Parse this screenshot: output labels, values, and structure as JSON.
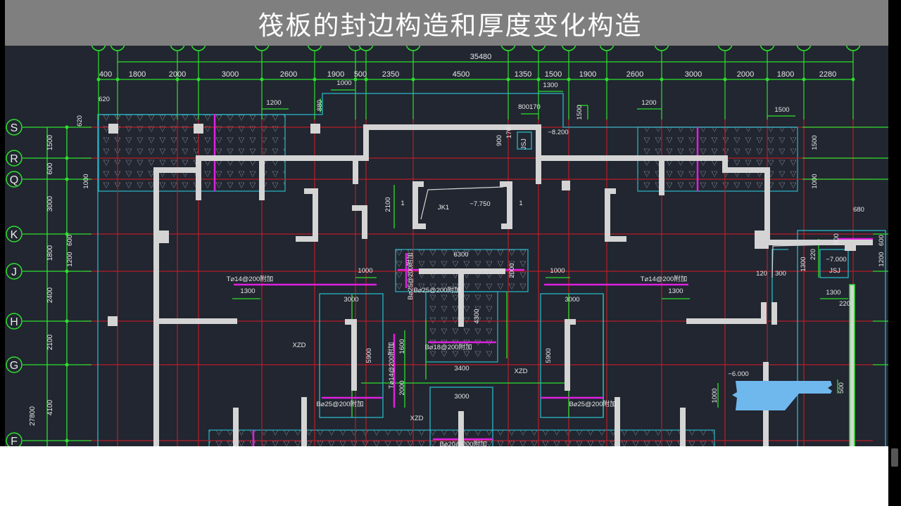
{
  "title": "筏板的封边构造和厚度变化构造",
  "colors": {
    "background": "#212630",
    "axis_line": "#c0202a",
    "dimension": "#2ee02e",
    "wall": "#d4d4d4",
    "outline": "#2ab7c8",
    "rebar": "#e020e0",
    "section_fill": "#6fb8ee"
  },
  "top_dims": {
    "total": "35480",
    "segments": [
      "400",
      "1800",
      "2000",
      "3000",
      "2600",
      "1900",
      "500",
      "2350",
      "4500",
      "1350",
      "1500",
      "1900",
      "2600",
      "3000",
      "2000",
      "1800",
      "2280"
    ]
  },
  "axis_rows": [
    "S",
    "R",
    "Q",
    "K",
    "J",
    "H",
    "G",
    "F"
  ],
  "left_dims": {
    "total": "27800",
    "segments": [
      "1500",
      "600",
      "3000",
      "1800",
      "2400",
      "2100",
      "4100"
    ]
  },
  "annotations": [
    "1000",
    "620",
    "1200",
    "880",
    "1300",
    "800170",
    "1500",
    "1200",
    "1500",
    "620",
    "1000",
    "600",
    "1200",
    "−8.200",
    "900",
    "170",
    "JSJ",
    "1500",
    "1000",
    "2100",
    "JK1",
    "−7.750",
    "1",
    "1",
    "6300",
    "2000",
    "1000",
    "1000",
    "T⌀14@200附加",
    "T⌀14@200附加",
    "1300",
    "1300",
    "B⌀25@200附加",
    "B⌀25@200附加",
    "3000",
    "3000",
    "4300",
    "XZD",
    "5900",
    "1600",
    "T⌀14@200附加",
    "B⌀18@200附加",
    "3400",
    "XZD",
    "5900",
    "2000",
    "3000",
    "B⌀25@200附加",
    "B⌀25@200附加",
    "XZD",
    "B⌀20@200附加",
    "680",
    "600",
    "1200",
    "500",
    "1300",
    "220",
    "−7.000",
    "JSJ",
    "120",
    "300",
    "1300",
    "220",
    "−6.000",
    "1000",
    "500"
  ]
}
